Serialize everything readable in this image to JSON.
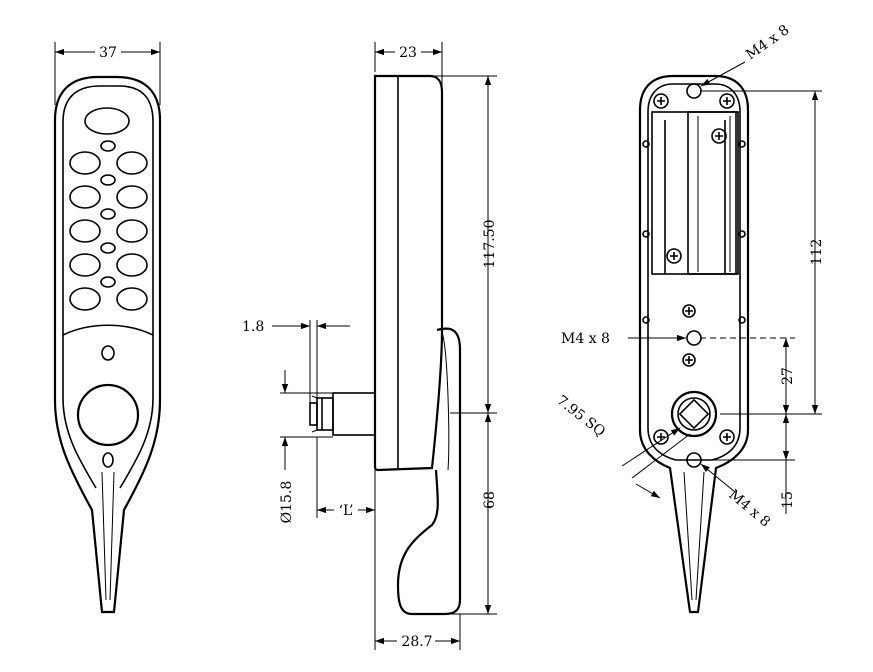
{
  "front_view": {
    "width_label": "37"
  },
  "side_view": {
    "depth_label": "23",
    "height_label": "117.50",
    "plate_label": "1.8",
    "spindle_diameter_label": "Ø15.8",
    "spindle_length_label": "‘L’",
    "lower_label": "68",
    "overall_depth_label": "28.7"
  },
  "back_view": {
    "top_screw_label": "M4 x 8",
    "height_label": "112",
    "middle_screw_label": "M4 x 8",
    "offset_label": "27",
    "square_label": "7.95 SQ",
    "bottom_screw_label": "M4 x 8",
    "bottom_offset_label": "15"
  }
}
